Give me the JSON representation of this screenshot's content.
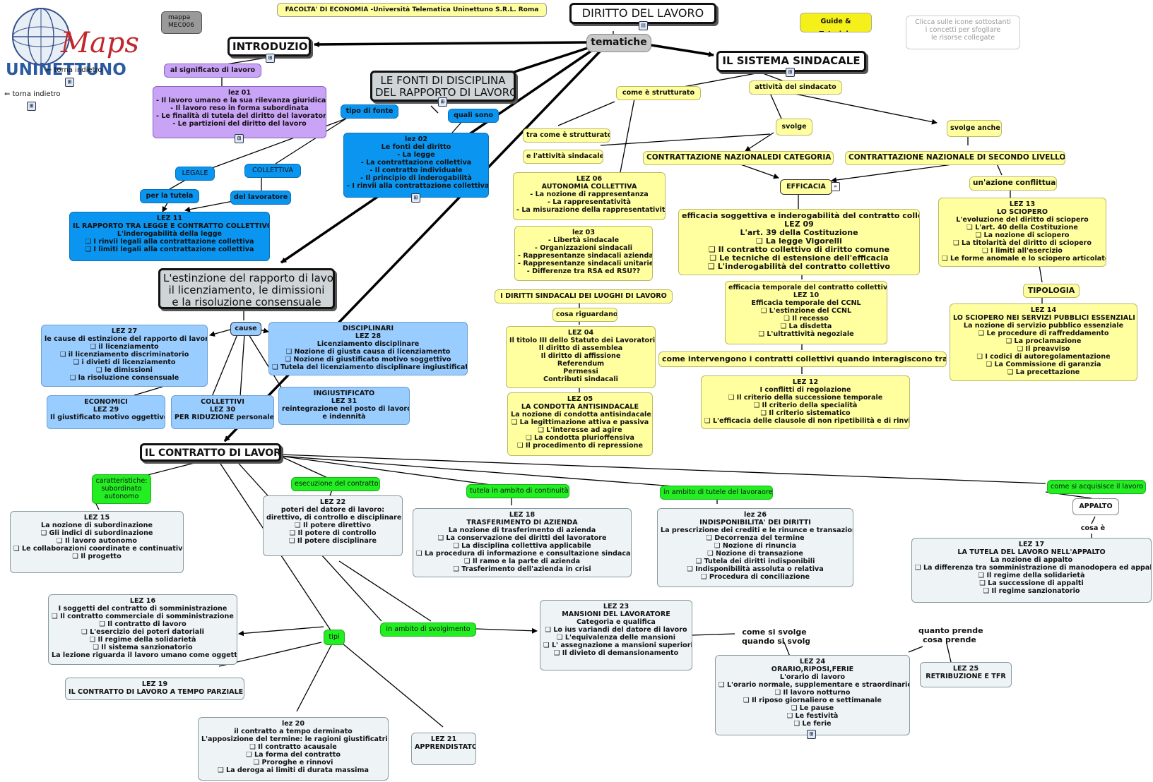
{
  "header": {
    "mappa": [
      "mappa",
      "MEC006"
    ],
    "faculty": "FACOLTA' DI ECONOMIA -Università Telematica Uninettuno S.R.L. Roma",
    "guides": "Guide & Tutorials",
    "help": [
      "Clicca sulle icone sottostanti",
      "i concetti per sfogliare",
      "le risorse collegate"
    ],
    "back_top": "torna indietro",
    "back_side": "torna indietro"
  },
  "logo": {
    "maps": "Maps",
    "brand": "UNINETTUNO"
  },
  "colors": {
    "blue": "#0a96f0",
    "light_blue": "#99ccff",
    "purple": "#c9a3f5",
    "yellow": "#ffffa0",
    "gray": "#eef3f5",
    "green": "#22ee22",
    "red": "#c0282d"
  },
  "nodes": {
    "diritto": [
      "DIRITTO DEL LAVORO"
    ],
    "tematiche": [
      "tematiche"
    ],
    "introduzione": [
      "INTRODUZIONE"
    ],
    "sindacale": [
      "IL SISTEMA SINDACALE"
    ],
    "fonti_title": [
      "LE FONTI DI DISCIPLINA",
      "DEL RAPPORTO DI LAVORO"
    ],
    "significato": [
      "al significato di lavoro"
    ],
    "lez01": [
      "lez 01",
      "- Il lavoro umano e la sua rilevanza giuridica",
      "- Il lavoro reso in forma subordinata",
      "- Le finalità di tutela del diritto del lavoratore",
      "- Le partizioni del diritto del lavoro"
    ],
    "tipo_fonte": [
      "tipo di fonte"
    ],
    "quali_sono": [
      "quali sono"
    ],
    "lez02": [
      "lez 02",
      "Le fonti del diritto",
      "- La legge",
      "- La contrattazione collettiva",
      "- Il contratto individuale",
      "- Il principio di inderogabilità",
      "- I rinvii alla contrattazione collettiva"
    ],
    "legale": [
      "LEGALE"
    ],
    "collettiva": [
      "COLLETTIVA"
    ],
    "per_tutela": [
      "per la tutela"
    ],
    "del_lavoratore": [
      "del lavoratore"
    ],
    "lez11": [
      "LEZ 11",
      "IL RAPPORTO TRA LEGGE E CONTRATTO COLLETTIVO",
      "L'inderogabilità della legge",
      "❑ I rinvii legali alla contrattazione collettiva",
      "❑ I limiti legali alla contrattazione collettiva"
    ],
    "estinzione": [
      "L'estinzione del rapporto di lavoro:",
      "il licenziamento, le dimissioni",
      "e la risoluzione consensuale"
    ],
    "cause": [
      "cause"
    ],
    "lez27": [
      "LEZ 27",
      "le cause di estinzione del rapporto di lavoro",
      "❑ il licenziamento",
      "❑ il licenziamento discriminatorio",
      "❑ i divieti di licenziamento",
      "❑ le dimissioni",
      "❑ la risoluzione consensuale"
    ],
    "lez28": [
      "DISCIPLINARI",
      "LEZ 28",
      "Licenziamento disciplinare",
      "❑ Nozione di giusta causa di licenziamento",
      "❑ Nozione di giustificato motivo soggettivo",
      "❑ Tutela del licenziamento disciplinare ingiustificato"
    ],
    "lez29": [
      "ECONOMICI",
      "LEZ 29",
      "Il giustificato motivo oggettivo"
    ],
    "lez30": [
      "COLLETTIVI",
      "LEZ 30",
      "PER RIDUZIONE personale"
    ],
    "lez31": [
      "INGIUSTIFICATO",
      "LEZ 31",
      "reintegrazione nel posto di lavoro",
      "e indennità"
    ],
    "come_strutturato": [
      "come è strutturato"
    ],
    "attivita_sindacato": [
      "attività del sindacato"
    ],
    "tra_come": [
      "tra come è strutturato"
    ],
    "attivita_sindacale": [
      "e l'attività sindacale"
    ],
    "svolge": [
      "svolge"
    ],
    "svolge_anche": [
      "svolge anche"
    ],
    "contr_naz": [
      "CONTRATTAZIONE NAZIONALEDI CATEGORIA"
    ],
    "contr_sec": [
      "CONTRATTAZIONE NAZIONALE DI SECONDO LIVELLO"
    ],
    "efficacia": [
      "EFFICACIA"
    ],
    "azione_conflittuale": [
      "un'azione conflittuale"
    ],
    "lez06": [
      "LEZ 06",
      "AUTONOMIA COLLETTIVA",
      "- La nozione di rappresentanza",
      "- La rappresentatività",
      "- La misurazione della rappresentatività"
    ],
    "lez03": [
      "lez 03",
      "- Libertà sindacale",
      "- Organizzazioni sindacali",
      "- Rappresentanze sindacali aziendali",
      "- Rappresentanze sindacali unitarie",
      "- Differenze tra RSA ed RSU??"
    ],
    "diritti_luoghi": [
      "I DIRITTI SINDACALI DEI LUOGHI DI LAVORO"
    ],
    "cosa_riguardano": [
      "cosa riguardano"
    ],
    "lez04": [
      "LEZ 04",
      "Il titolo III dello Statuto dei Lavoratori",
      "Il diritto di assemblea",
      "Il diritto di affissione",
      "Referendum",
      "Permessi",
      "Contributi sindacali"
    ],
    "lez05": [
      "LEZ 05",
      "LA CONDOTTA ANTISINDACALE",
      "La nozione di condotta antisindacale",
      "❑ La legittimazione attiva e passiva",
      "❑ L'interesse ad agire",
      "❑ La condotta plurioffensiva",
      "❑ Il procedimento di repressione"
    ],
    "lez09": [
      "efficacia soggettiva e inderogabilità del contratto collettivo",
      "LEZ 09",
      "L'art. 39 della Costituzione",
      "❑ La legge Vigorelli",
      "❑ Il contratto collettivo di diritto comune",
      "❑ Le tecniche di estensione dell'efficacia",
      "❑ L'inderogabilità del contratto collettivo"
    ],
    "lez10": [
      "efficacia temporale del contratto collettivo",
      "LEZ 10",
      "Efficacia temporale del CCNL",
      "❑ L'estinzione del CCNL",
      "❑ Il recesso",
      "❑ La disdetta",
      "❑ L'ultrattività negoziale"
    ],
    "come_intervengono": [
      "come intervengono i contratti collettivi quando interagiscono tra loro"
    ],
    "lez12": [
      "LEZ 12",
      "I conflitti di regolazione",
      "❑ Il criterio della successione temporale",
      "❑ Il criterio della specialità",
      "❑ Il criterio sistematico",
      "❑ L'efficacia delle clausole di non ripetibilità e di rinvio"
    ],
    "lez13": [
      "LEZ 13",
      "LO SCIOPERO",
      "L'evoluzione del diritto di sciopero",
      "❑ L'art. 40 della Costituzione",
      "❑ La nozione di sciopero",
      "❑ La titolarità del diritto di sciopero",
      "❑ I limiti all'esercizio",
      "❑ Le forme anomale e lo sciopero articolato"
    ],
    "tipologia": [
      "TIPOLOGIA"
    ],
    "lez14": [
      "LEZ 14",
      "LO SCIOPERO NEI SERVIZI PUBBLICI ESSENZIALI",
      "La nozione di servizio pubblico essenziale",
      "❑ Le procedure di raffreddamento",
      "❑ La proclamazione",
      "❑ Il preavviso",
      "❑ I codici di autoregolamentazione",
      "❑ La Commissione di garanzia",
      "❑ La precettazione"
    ],
    "contratto": [
      "IL CONTRATTO DI LAVORO"
    ],
    "caratteristiche": [
      "caratteristiche:",
      "subordinato",
      "autonomo"
    ],
    "esecuzione": [
      "esecuzione del contratto"
    ],
    "tutela_continuita": [
      "tutela in ambito di continuità"
    ],
    "tutele_lavoratore": [
      "in ambito di tutele del lavoraore"
    ],
    "acquisisce": [
      "come si acquisisce il lavoro"
    ],
    "appalto": [
      "APPALTO"
    ],
    "cosa_e": [
      "cosa è"
    ],
    "lez15": [
      "LEZ 15",
      "La nozione di subordinazione",
      "❑ Gli indici di subordinazione",
      "❑ Il lavoro autonomo",
      "❑ Le collaborazioni coordinate e continuative",
      "❑ Il progetto"
    ],
    "lez22": [
      "LEZ 22",
      "poteri del datore di lavoro:",
      "direttivo, di controllo e disciplinare",
      "❑ Il potere direttivo",
      "❑ Il potere di controllo",
      "❑ Il potere disciplinare"
    ],
    "lez18": [
      "LEZ 18",
      "TRASFERIMENTO DI AZIENDA",
      "La nozione di trasferimento di azienda",
      "❑ La conservazione dei diritti del lavoratore",
      "❑ La disciplina collettiva applicabile",
      "❑ La procedura di informazione e consultazione sindacale",
      "❑ Il ramo e la parte di azienda",
      "❑ Trasferimento dell'azienda in crisi"
    ],
    "lez26": [
      "lez 26",
      "INDISPONIBILITA' DEI DIRITTI",
      "La prescrizione dei crediti e le rinunce e transazioni",
      "❑ Decorrenza del termine",
      "❑ Nozione di rinuncia",
      "❑ Nozione di transazione",
      "❑ Tutela dei diritti indisponibili",
      "❑ Indisponibilità assoluta o relativa",
      "❑ Procedura di conciliazione"
    ],
    "lez17": [
      "LEZ 17",
      "LA TUTELA DEL LAVORO NELL'APPALTO",
      "La nozione di appalto",
      "❑ La differenza tra somministrazione di manodopera ed appalto",
      "❑ Il regime della solidarietà",
      "❑ La successione di appalti",
      "❑ Il regime sanzionatorio"
    ],
    "lez16": [
      "LEZ 16",
      "I soggetti del contratto di somministrazione",
      "❑ Il contratto commerciale di somministrazione",
      "❑ Il contratto di lavoro",
      "❑ L'esercizio dei poteri datoriali",
      "❑ Il regime della solidarietà",
      "❑ Il sistema sanzionatorio",
      "La lezione riguarda il lavoro umano come oggetto"
    ],
    "tipi": [
      "tipi"
    ],
    "svolgimento": [
      "in ambito di svolgimento"
    ],
    "lez23": [
      "LEZ 23",
      "MANSIONI DEL LAVORATORE",
      "Categoria e qualifica",
      "❑ Lo ius variandi del datore di lavoro",
      "❑ L'equivalenza delle mansioni",
      "❑ L' assegnazione a mansioni superiori",
      "❑ Il divieto di demansionamento"
    ],
    "lez19": [
      "LEZ 19",
      "IL CONTRATTO DI LAVORO A TEMPO PARZIALE"
    ],
    "come_svolge": [
      "come si svolge",
      "quando si svolge"
    ],
    "quanto_prende": [
      "quanto prende",
      "cosa prende"
    ],
    "lez24": [
      "LEZ 24",
      "ORARIO,RIPOSI,FERIE",
      "L'orario di lavoro",
      "❑ L'orario normale, supplementare e straordinario",
      "❑ Il lavoro notturno",
      "❑ Il riposo giornaliero e settimanale",
      "❑ Le pause",
      "❑ Le festività",
      "❑ Le ferie"
    ],
    "lez25": [
      "LEZ 25",
      "RETRIBUZIONE E TFR"
    ],
    "lez20": [
      "lez 20",
      "il contratto a tempo derminato",
      "L'apposizione del termine: le ragioni giustificatrici",
      "❑ Il contratto acausale",
      "❑ La forma del contratto",
      "❑ Proroghe e rinnovi",
      "❑ La deroga ai limiti di durata massima"
    ],
    "lez21": [
      "LEZ 21",
      "APPRENDISTATO"
    ]
  }
}
